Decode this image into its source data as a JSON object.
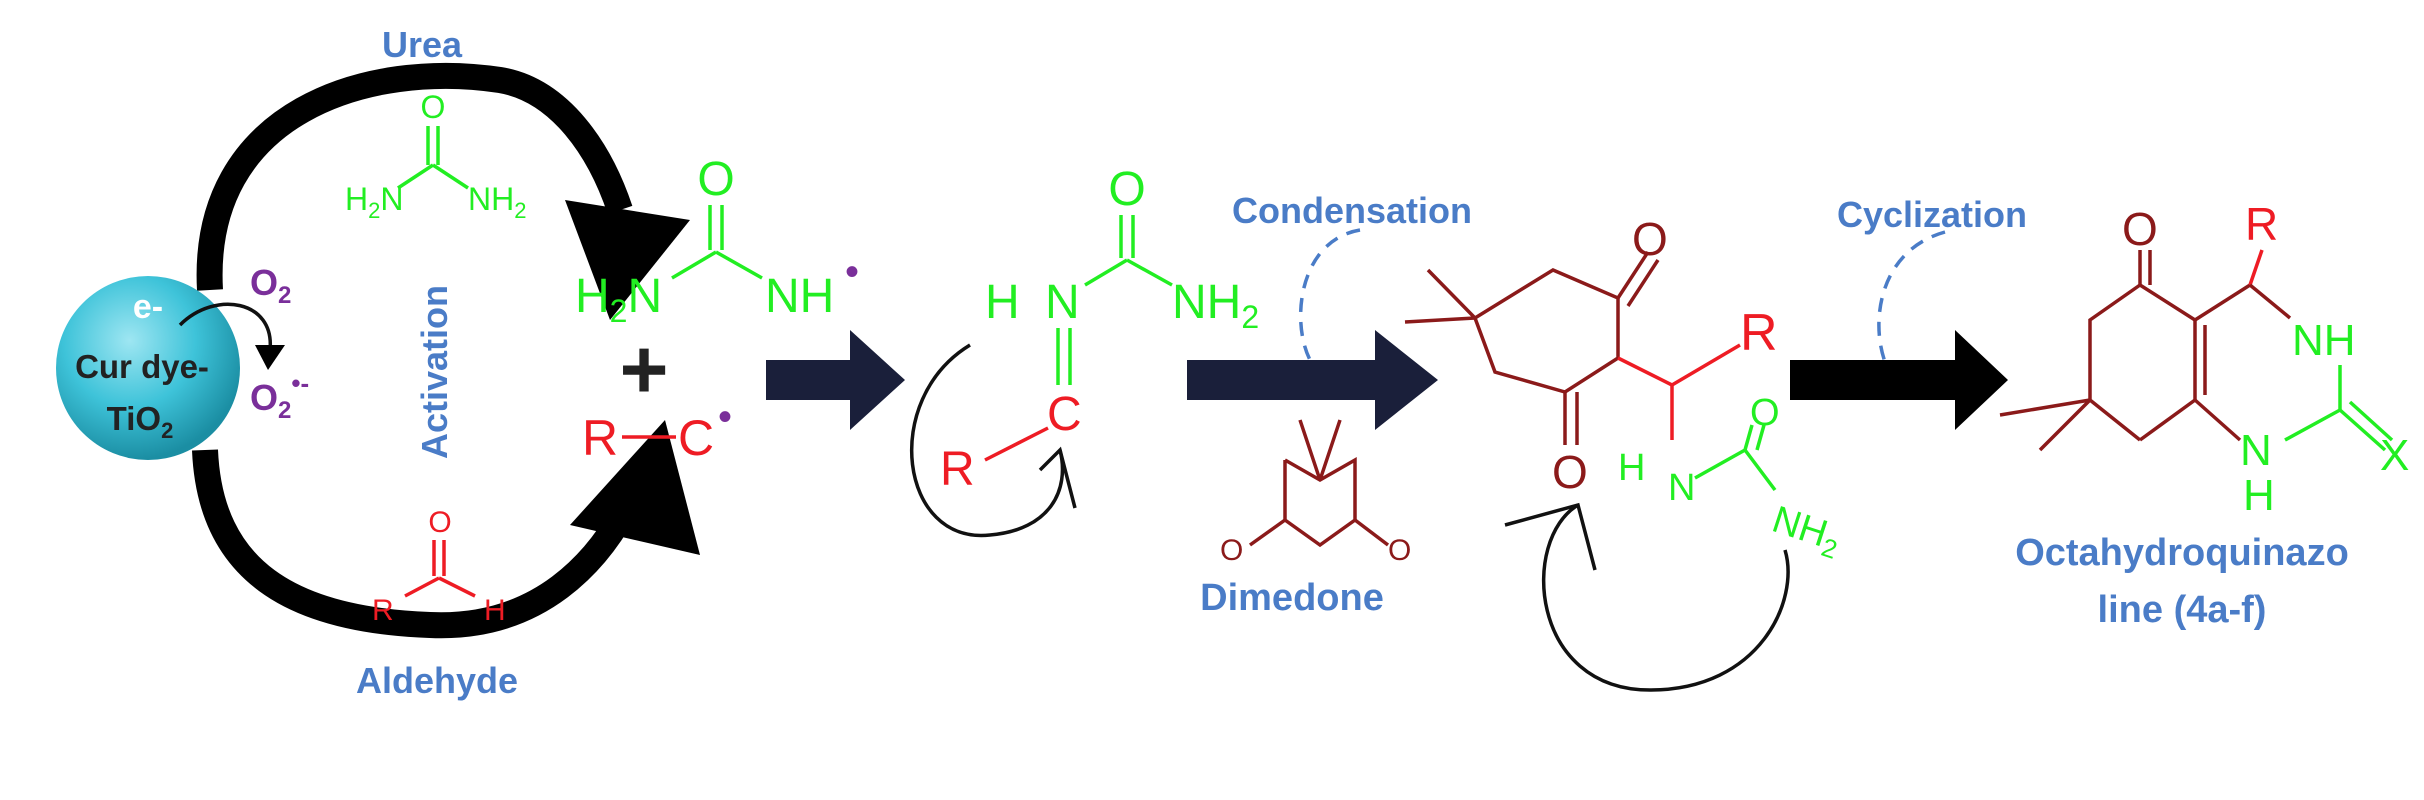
{
  "labels": {
    "urea": "Urea",
    "aldehyde": "Aldehyde",
    "activation": "Activation",
    "condensation": "Condensation",
    "cyclization": "Cyclization",
    "dimedone": "Dimedone",
    "product_line1": "Octahydroquinazo",
    "product_line2": "line (4a-f)"
  },
  "catalyst": {
    "electron": "e-",
    "line1": "Cur dye-",
    "line2": "TiO",
    "line2_sub": "2",
    "oxygen": "O",
    "oxygen_sub": "2",
    "superoxide": "O",
    "superoxide_sub": "2",
    "superoxide_sup": "•-"
  },
  "urea_structure": {
    "o": "O",
    "left": "H",
    "left_sub": "2",
    "left_n": "N",
    "right": "NH",
    "right_sub": "2"
  },
  "aldehyde_structure": {
    "o": "O",
    "r": "R",
    "h": "H"
  },
  "urea_radical": {
    "o": "O",
    "left": "H",
    "left_sub": "2",
    "left_n": "N",
    "right": "NH",
    "dot": "•"
  },
  "plus_sign": "+",
  "acyl_radical": {
    "r": "R",
    "c": "C",
    "dot": "•"
  },
  "imine_intermediate": {
    "h": "H",
    "n": "N",
    "o": "O",
    "nh2": "NH",
    "nh2_sub": "2",
    "c": "C",
    "r": "R"
  },
  "adduct": {
    "o_top": "O",
    "o_bottom": "O",
    "r": "R",
    "h": "H",
    "n": "N",
    "o_urea": "O",
    "nh2": "NH",
    "nh2_sub": "2"
  },
  "dimedone_structure": {
    "o_left": "O",
    "o_right": "O"
  },
  "product": {
    "o": "O",
    "r": "R",
    "nh": "NH",
    "n": "N",
    "h": "H",
    "x": "X"
  },
  "colors": {
    "label_blue": "#4a7cc7",
    "urea_green": "#22ee22",
    "aldehyde_red": "#ee1c24",
    "oxygen_purple": "#7a2f9a",
    "dimedone_maroon": "#8b1a1a",
    "catalyst_cyan": "#3ec3d9"
  }
}
